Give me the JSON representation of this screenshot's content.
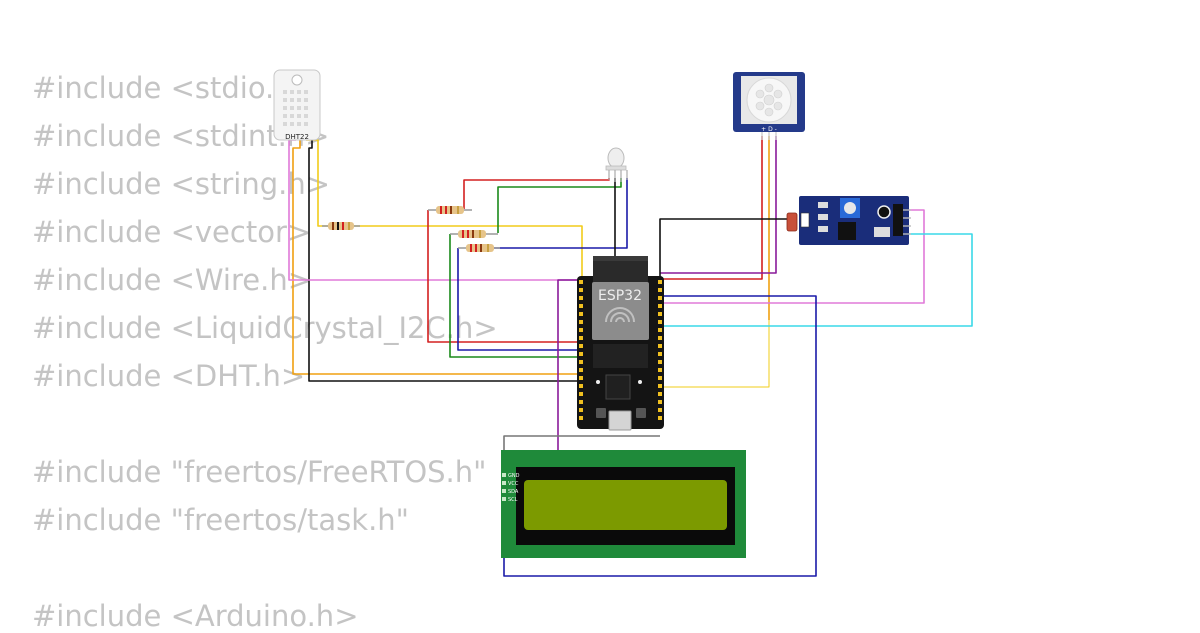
{
  "code": {
    "lines": [
      "#include <stdio.h>",
      "#include <stdint.h>",
      "#include <string.h>",
      "#include <vector>",
      "#include <Wire.h>",
      "#include <LiquidCrystal_I2C.h>",
      "#include <DHT.h>",
      "",
      "#include \"freertos/FreeRTOS.h\"",
      "#include \"freertos/task.h\"",
      "",
      "#include <Arduino.h>"
    ]
  },
  "components": {
    "dht22": {
      "label": "DHT22"
    },
    "esp32": {
      "label": "ESP32"
    },
    "pir": {
      "label": "+ D -"
    },
    "lcd": {
      "pins": [
        "GND",
        "VCC",
        "SDA",
        "SCL"
      ]
    }
  },
  "colors": {
    "background": "#ffffff",
    "code_text": "#c4c4c4",
    "wire_red": "#d42020",
    "wire_green": "#1a8a1a",
    "wire_blue": "#1a1aa8",
    "wire_yellow": "#f2cc1a",
    "wire_orange": "#f0a010",
    "wire_black": "#111111",
    "wire_pink": "#e07ad8",
    "wire_purple": "#8a1a9a",
    "wire_cyan": "#3ad8e8",
    "wire_gray": "#777777",
    "lcd_board": "#1f8a3a",
    "lcd_screen": "#7c9a00",
    "esp32_board": "#141414",
    "pir_board": "#243a8a",
    "ldr_board": "#1a2d7a"
  }
}
